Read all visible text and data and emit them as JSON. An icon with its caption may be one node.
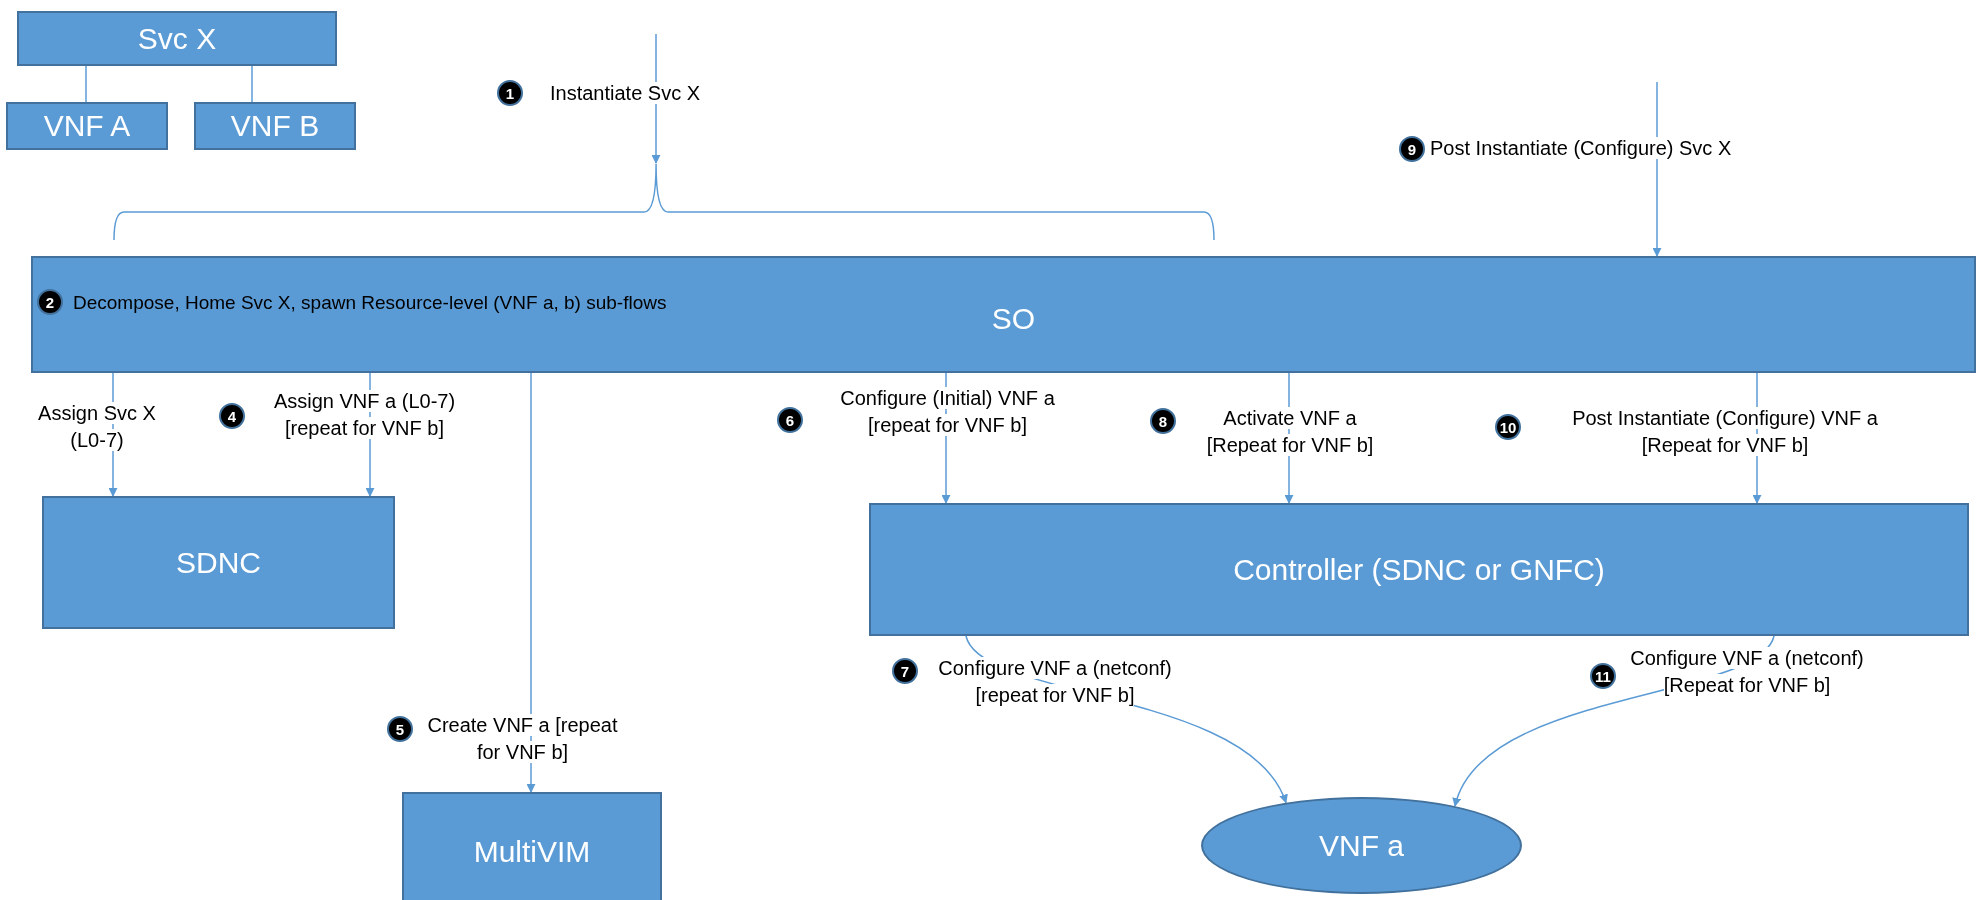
{
  "diagram": {
    "nodes": [
      {
        "text": [
          "Svc X"
        ]
      },
      {
        "text": [
          "VNF A"
        ]
      },
      {
        "text": [
          "VNF B"
        ]
      },
      {
        "text": [
          "Decompose, Home Svc X, spawn Resource-level (VNF a, b) sub-flows",
          "SO"
        ]
      },
      {
        "text": [
          "SDNC"
        ]
      },
      {
        "text": [
          "MultiVIM"
        ]
      },
      {
        "text": [
          "Controller (SDNC or GNFC)"
        ]
      },
      {
        "text": [
          "VNF a"
        ]
      },
      {
        "text": [],
        "shape": "brace"
      }
    ],
    "edges": [
      {
        "from": null,
        "to": 8,
        "arrow": "to",
        "label": "Instantiate Svc X"
      },
      {
        "from": null,
        "to": 3,
        "arrow": "to",
        "label": "Post Instantiate (Configure) Svc X"
      },
      {
        "from": 3,
        "to": 4,
        "arrow": "to",
        "label": "Assign Svc X (L0-7)"
      },
      {
        "from": 3,
        "to": 4,
        "arrow": "to",
        "label": "Assign VNF a (L0-7) [repeat for VNF b]"
      },
      {
        "from": 3,
        "to": 5,
        "arrow": "to",
        "label": "Create VNF a [repeat for VNF b]"
      },
      {
        "from": 3,
        "to": 6,
        "arrow": "to",
        "label": "Configure (Initial) VNF a [repeat for VNF b]"
      },
      {
        "from": 3,
        "to": 6,
        "arrow": "to",
        "label": "Activate VNF a [Repeat for VNF b]"
      },
      {
        "from": 3,
        "to": 6,
        "arrow": "to",
        "label": "Post Instantiate (Configure) VNF a [Repeat for VNF b]"
      },
      {
        "from": 6,
        "to": 7,
        "arrow": "to",
        "label": "Configure VNF a (netconf) [repeat for VNF b]"
      },
      {
        "from": 6,
        "to": 7,
        "arrow": "to",
        "label": "Configure VNF a (netconf) [Repeat for VNF b]"
      },
      {
        "from": 0,
        "to": 1,
        "arrow": "none"
      },
      {
        "from": 0,
        "to": 2,
        "arrow": "none"
      }
    ],
    "labels": [
      "1",
      "9",
      "2",
      "4",
      "6",
      "8",
      "10",
      "5",
      "7",
      "11"
    ]
  }
}
